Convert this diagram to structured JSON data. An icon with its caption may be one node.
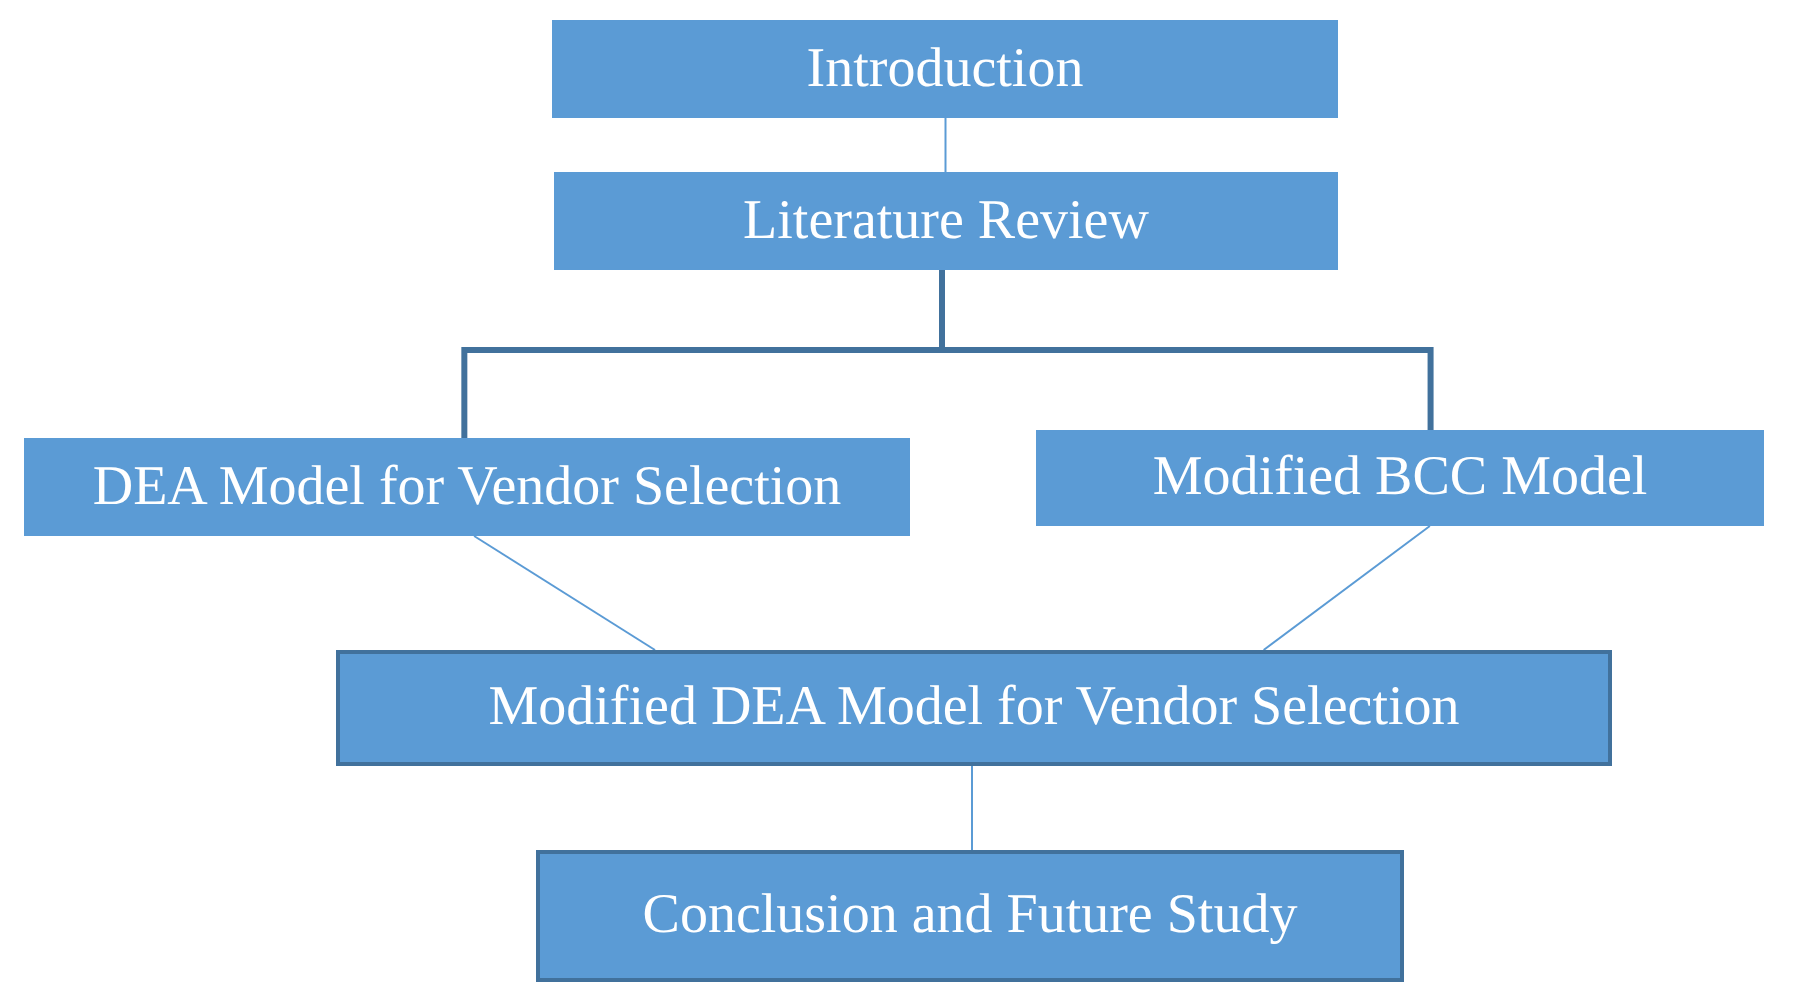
{
  "diagram": {
    "nodes": [
      {
        "text": [
          "Introduction"
        ]
      },
      {
        "text": [
          "Literature Review"
        ]
      },
      {
        "text": [
          "DEA Model for Vendor Selection"
        ]
      },
      {
        "text": [
          "Modified BCC Model"
        ]
      },
      {
        "text": [
          "Modified DEA Model for Vendor Selection"
        ]
      },
      {
        "text": [
          "Conclusion and Future Study"
        ]
      }
    ],
    "edges": [
      {
        "from": 0,
        "to": 1,
        "arrow": "none"
      },
      {
        "from": 1,
        "to": 2,
        "arrow": "none",
        "style": "thick",
        "color": "#41719c"
      },
      {
        "from": 1,
        "to": 3,
        "arrow": "none",
        "style": "thick",
        "color": "#41719c"
      },
      {
        "from": 2,
        "to": 4,
        "arrow": "none"
      },
      {
        "from": 3,
        "to": 4,
        "arrow": "none"
      },
      {
        "from": 4,
        "to": 5,
        "arrow": "none"
      }
    ]
  }
}
